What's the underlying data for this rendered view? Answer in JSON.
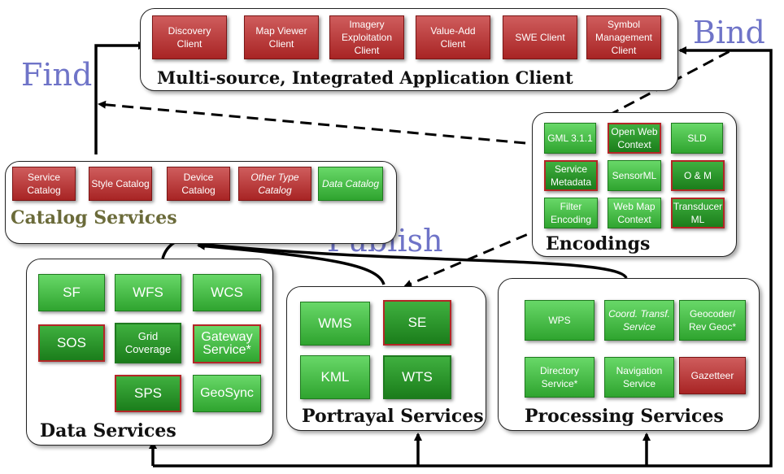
{
  "labels": {
    "find": "Find",
    "bind": "Bind",
    "publish": "Publish"
  },
  "app_client": {
    "title": "Multi-source, Integrated Application Client",
    "boxes": [
      "Discovery Client",
      "Map Viewer Client",
      "Imagery Exploitation Client",
      "Value-Add Client",
      "SWE Client",
      "Symbol Management Client"
    ]
  },
  "catalog": {
    "title": "Catalog Services",
    "boxes": [
      "Service Catalog",
      "Style Catalog",
      "Device Catalog",
      "Other Type Catalog",
      "Data Catalog"
    ]
  },
  "encodings": {
    "title": "Encodings",
    "boxes": [
      "GML 3.1.1",
      "Open Web Context",
      "SLD",
      "Service Metadata",
      "SensorML",
      "O & M",
      "Filter Encoding",
      "Web Map Context",
      "Transducer ML"
    ]
  },
  "data_services": {
    "title": "Data Services",
    "boxes": [
      "SF",
      "WFS",
      "WCS",
      "SOS",
      "Grid Coverage",
      "Gateway Service*",
      "SPS",
      "GeoSync"
    ]
  },
  "portrayal_services": {
    "title": "Portrayal Services",
    "boxes": [
      "WMS",
      "SE",
      "KML",
      "WTS"
    ]
  },
  "processing_services": {
    "title": "Processing Services",
    "boxes": [
      "WPS",
      "Coord. Transf. Service",
      "Geocoder/ Rev Geoc*",
      "Directory Service*",
      "Navigation Service",
      "Gazetteer"
    ]
  },
  "colors": {
    "client_red": "#b83232",
    "service_green": "#3cb43c",
    "label_blue": "#6f74c8"
  }
}
